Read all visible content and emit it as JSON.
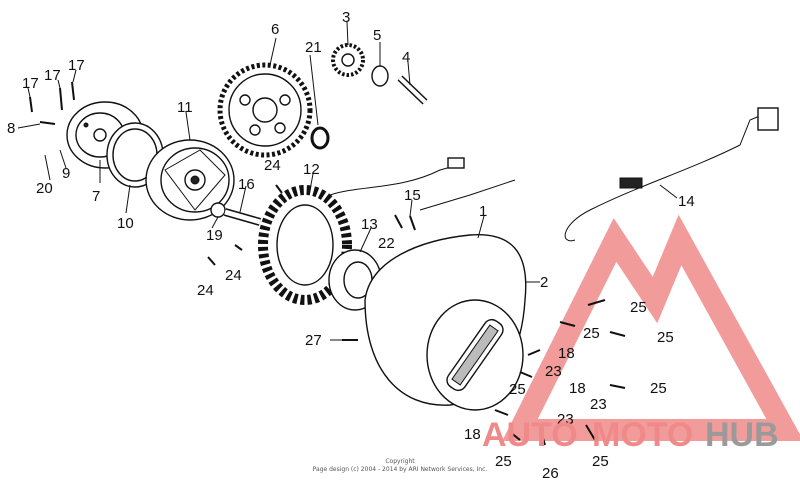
{
  "callouts": [
    "17",
    "17",
    "17",
    "8",
    "20",
    "9",
    "7",
    "10",
    "11",
    "6",
    "21",
    "3",
    "5",
    "4",
    "16",
    "19",
    "24",
    "24",
    "24",
    "12",
    "13",
    "15",
    "22",
    "1",
    "2",
    "14",
    "27",
    "25",
    "25",
    "25",
    "18",
    "23",
    "25",
    "18",
    "23",
    "25",
    "23",
    "18",
    "25",
    "26",
    "25"
  ],
  "copyright": {
    "line1": "Copyright",
    "line2": "Page design (c) 2004 - 2014 by ARI Network Services, Inc."
  },
  "watermark": {
    "word_a": "AUTO",
    "word_b": "MOTO",
    "word_c": "HUB",
    "color_primary": "#f08a8a",
    "color_secondary": "#9a9a9a"
  }
}
